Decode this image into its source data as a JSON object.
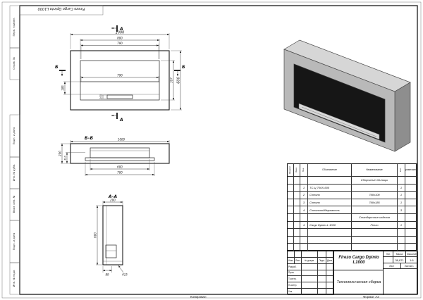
{
  "page": {
    "flipped_title": "Firezo Cargo Dpinto L1000",
    "copied_label": "Копировал",
    "format_label": "Формат",
    "format_value": "А2"
  },
  "margins": {
    "perv_primen": "Перв. примен.",
    "sprav_no": "Справ. №",
    "podp_data_1": "Подп. и дата",
    "inv_dubl": "Инв. № дубл.",
    "vzam_inv": "Взам. инв. №",
    "podp_data_2": "Подп. и дата",
    "inv_podl": "Инв. № подл."
  },
  "front_view": {
    "mark_a_top": "А",
    "mark_a_bottom": "А",
    "mark_b_left": "Б",
    "mark_b_right": "Б",
    "dim_1000": "1000",
    "dim_800": "800",
    "dim_790_top": "790",
    "dim_790_mid": "790",
    "dim_185": "185",
    "dim_100": "100",
    "dim_600": "600",
    "dim_397": "397"
  },
  "section_bb": {
    "label": "Б–Б",
    "dim_1000": "1000",
    "dim_200": "200",
    "dim_110": "110",
    "dim_600": "600",
    "dim_700": "700"
  },
  "section_aa": {
    "label": "А–А",
    "dim_200": "200",
    "dim_600": "600",
    "dim_89": "89",
    "dim_415": "415"
  },
  "spec_table": {
    "headers": {
      "format": "Формат",
      "zone": "Зона",
      "pos": "Поз.",
      "designation": "Обозначение",
      "name": "Наименование",
      "qty": "Кол.",
      "note": "Примечание"
    },
    "rows": [
      {
        "pos": "",
        "designation": "",
        "name": "Сборочные единицы",
        "qty": "",
        "note": ""
      },
      {
        "pos": "1",
        "designation": "ТС-Ц 700Х-600",
        "name": "",
        "qty": "1",
        "note": ""
      },
      {
        "pos": "2",
        "designation": "Стекло",
        "name": "790х100",
        "qty": "1",
        "note": ""
      },
      {
        "pos": "3",
        "designation": "Стекло",
        "name": "790х185",
        "qty": "1",
        "note": ""
      },
      {
        "pos": "4",
        "designation": "Стеклоподдержатель",
        "name": "",
        "qty": "3",
        "note": ""
      },
      {
        "pos": "",
        "designation": "",
        "name": "Стандартные изделия",
        "qty": "",
        "note": ""
      },
      {
        "pos": "4",
        "designation": "Cargo Dpinto-L 1000",
        "name": "Firezo",
        "qty": "1",
        "note": ""
      }
    ]
  },
  "title_block": {
    "designation": "Firezo Cargo Dpinto L1000",
    "doc_name": "Технологическая сборка",
    "col_izm": "Изм.",
    "col_list": "Лист",
    "col_doc": "№ докум.",
    "col_podp": "Подп.",
    "col_data": "Дата",
    "row_razrab": "Разраб.",
    "row_prov": "Пров.",
    "row_tkontr": "Т.контр.",
    "row_nkontr": "Н.контр.",
    "row_utv": "Утв.",
    "lit_label": "Лит.",
    "mass_label": "Масса",
    "scale_label": "Масштаб",
    "mass_value": "38,871",
    "scale_value": "1:6",
    "sheet_label": "Лист",
    "sheets_label": "Листов 1"
  }
}
